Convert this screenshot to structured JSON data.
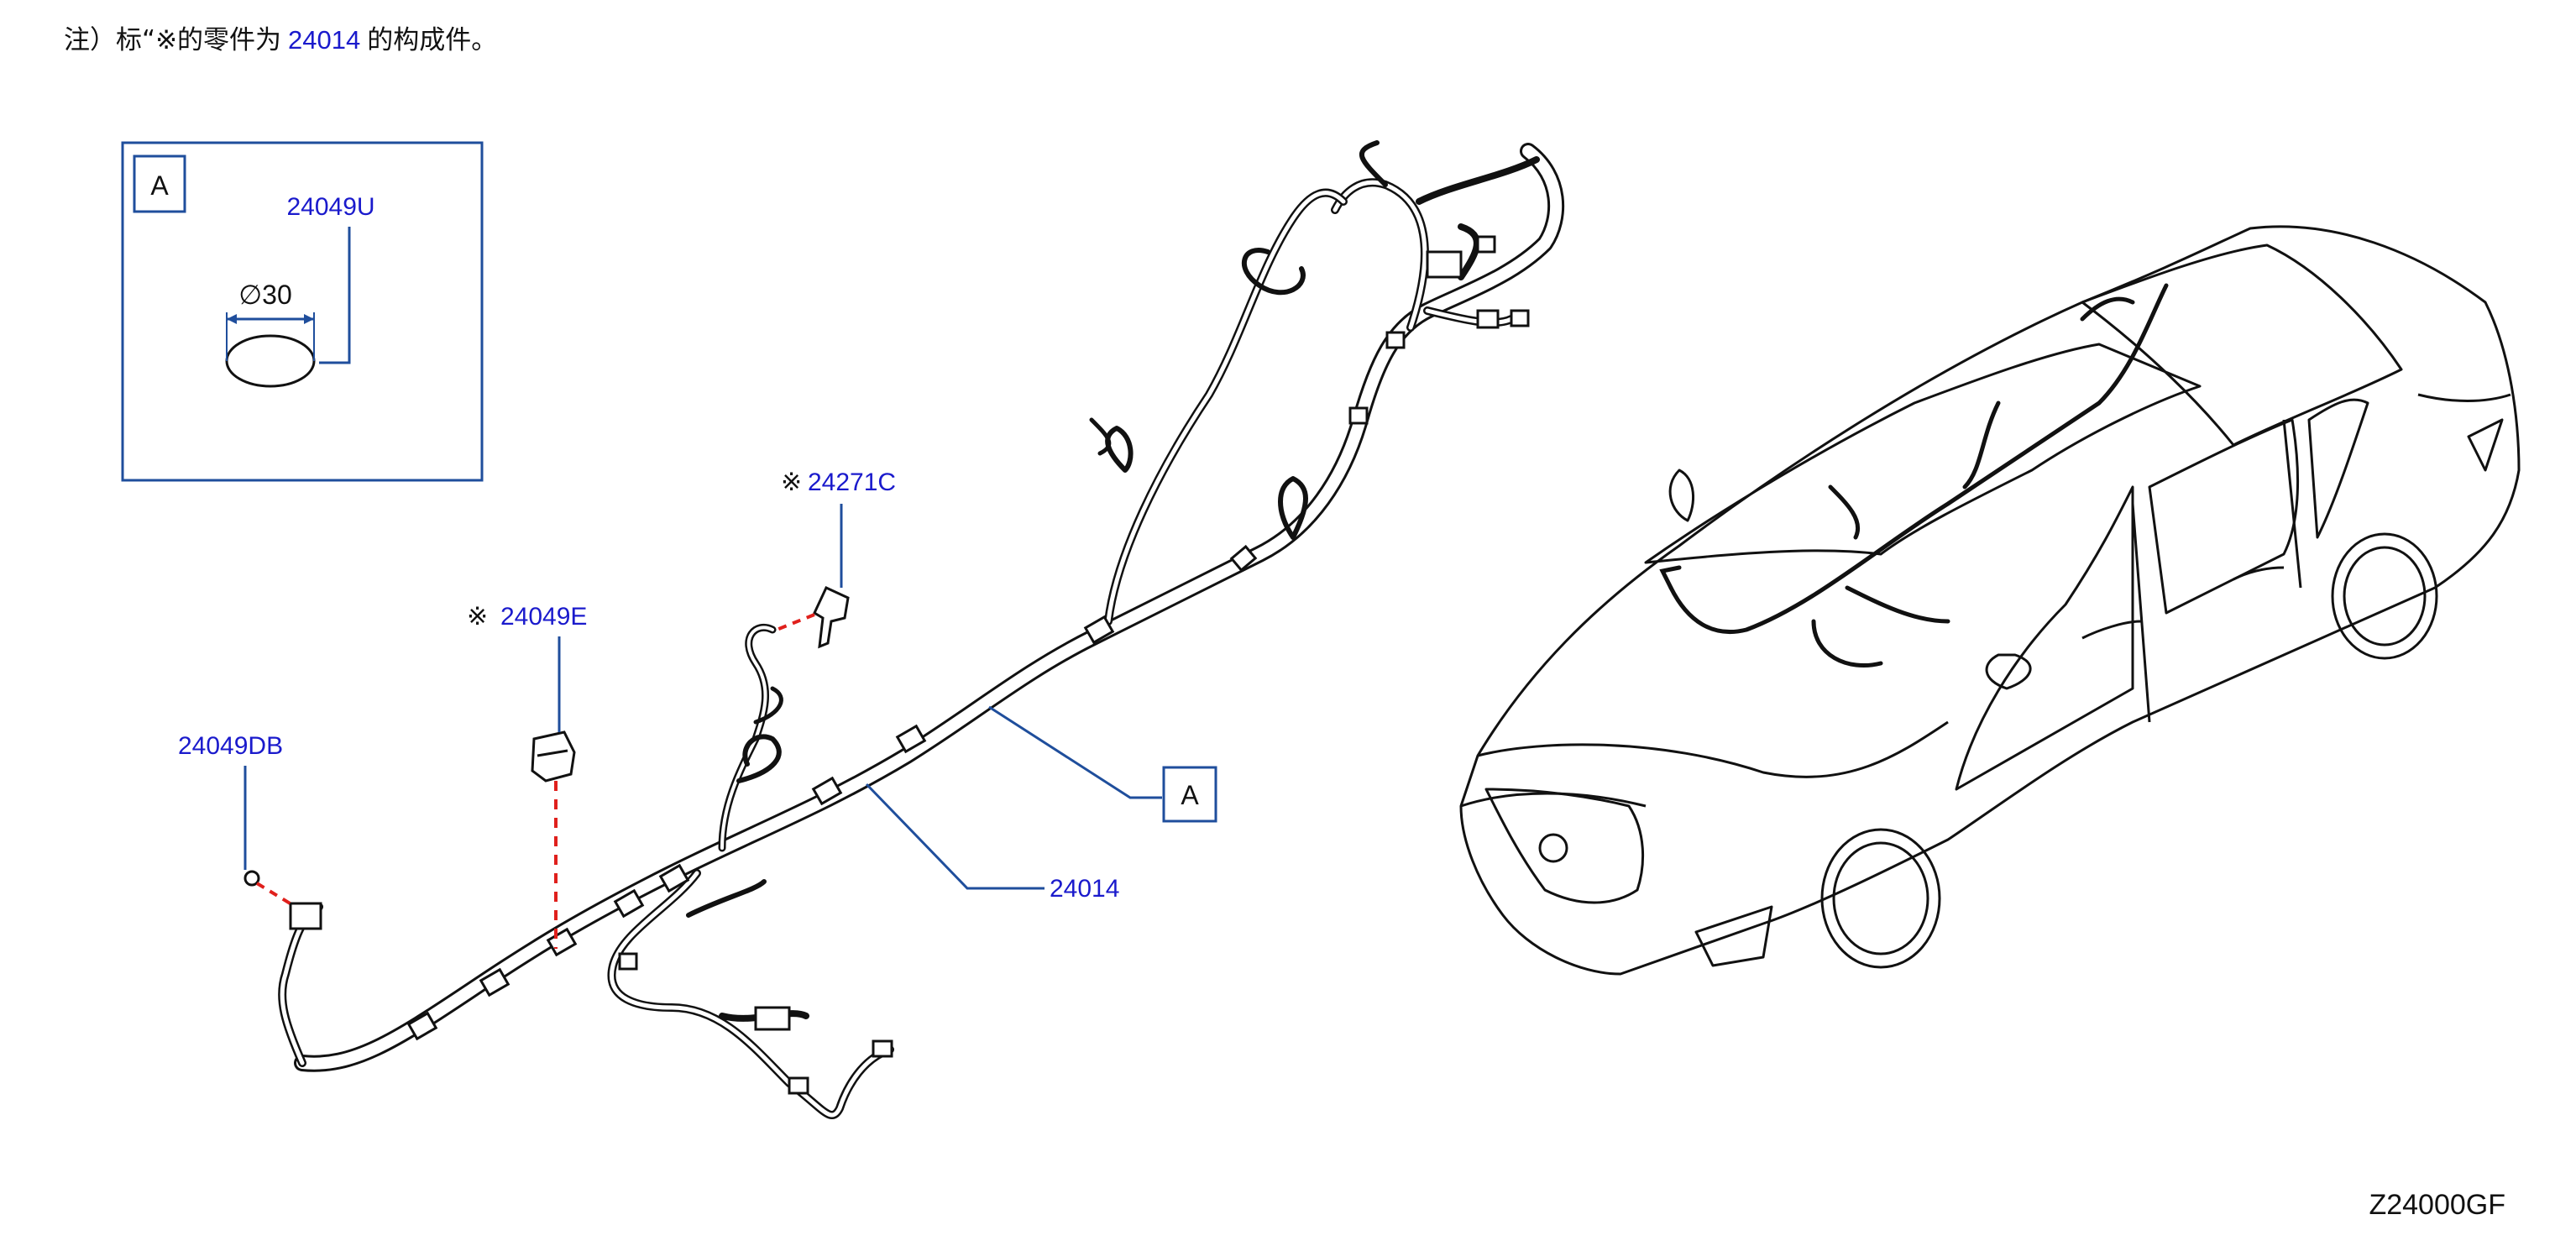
{
  "note": {
    "prefix": "注）标“",
    "mark": "※",
    "middle": "的零件为",
    "part_number": "24014",
    "suffix": "的构成件。"
  },
  "detail_box": {
    "tag": "A",
    "part_label": "24049U",
    "dimension": "∅30"
  },
  "callouts": {
    "p24271c": "24271C",
    "p24049e": "24049E",
    "p24049db": "24049DB",
    "p24014": "24014",
    "ref_a": "A",
    "mark": "※"
  },
  "diagram_code": "Z24000GF",
  "colors": {
    "label_blue": "#1a1acc",
    "leader_blue": "#1f4e9c",
    "dashed_red": "#e0201c",
    "line_black": "#111111"
  }
}
